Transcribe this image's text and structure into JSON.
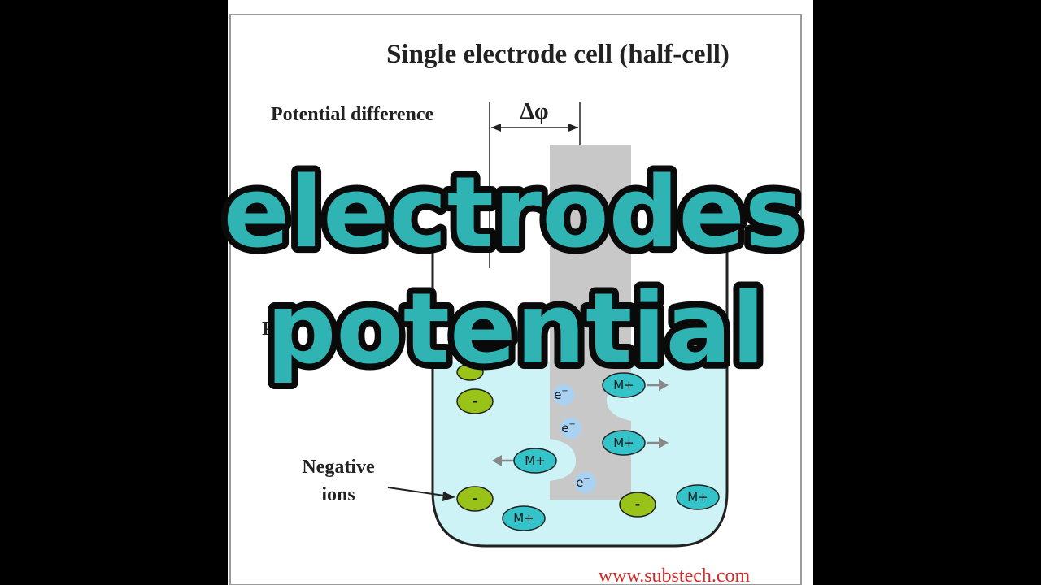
{
  "diagram": {
    "title": "Single electrode cell (half-cell)",
    "potential_difference_label": "Potential difference",
    "delta_phi_label": "Δφ",
    "partial_label": "P",
    "negative_ions_label_line1": "Negative",
    "negative_ions_label_line2": "ions",
    "electron_label": "e",
    "electron_superscript": "−",
    "metal_ion_label": "M+",
    "negative_ion_label": "-",
    "watermark": "www.substech.com"
  },
  "overlay": {
    "line1": "electrodes",
    "line2": "potential"
  },
  "colors": {
    "background": "#000000",
    "paper": "#ffffff",
    "electrolyte": "#cdf3f6",
    "electrode": "#c8c8c8",
    "metal_ion": "#33c3c9",
    "negative_ion": "#9ac31a",
    "electron": "#a9d2f2",
    "overlay_fill": "#2fb3b3",
    "watermark": "#d42a2a"
  }
}
